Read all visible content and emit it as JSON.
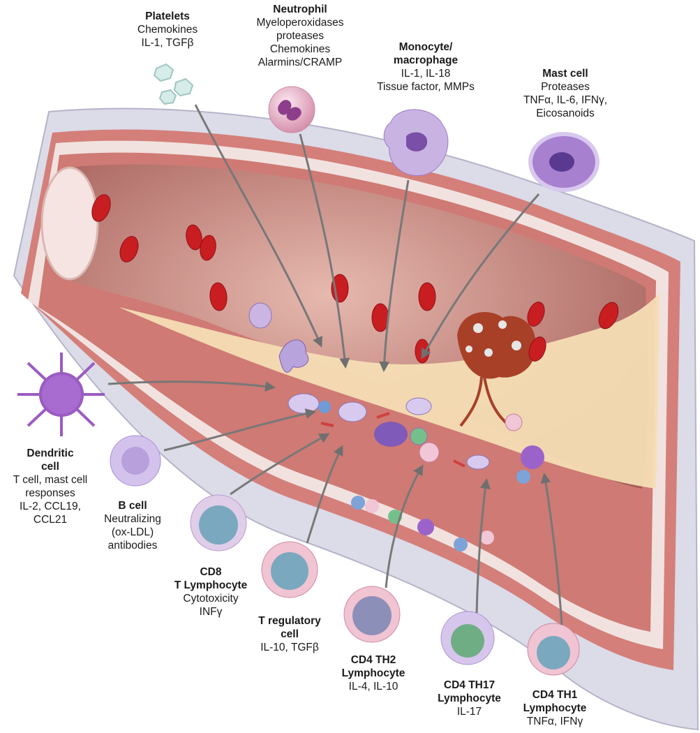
{
  "colors": {
    "vessel_outer": "#d9d8e6",
    "vessel_media": "#d8847f",
    "lumen": "#b8706c",
    "plaque": "#f3dcb2",
    "rbc": "#c81e22",
    "arrow": "#7a7a7a"
  },
  "labels": {
    "platelets": {
      "title": "Platelets",
      "lines": [
        "Chemokines",
        "IL-1, TGFβ"
      ]
    },
    "neutrophil": {
      "title": "Neutrophil",
      "lines": [
        "Myeloperoxidases",
        "proteases",
        "Chemokines",
        "Alarmins/CRAMP"
      ]
    },
    "monocyte": {
      "title_lines": [
        "Monocyte/",
        "macrophage"
      ],
      "lines": [
        "IL-1, IL-18",
        "Tissue factor, MMPs"
      ]
    },
    "mast": {
      "title": "Mast cell",
      "lines": [
        "Proteases",
        "TNFα, IL-6, IFNγ,",
        "Eicosanoids"
      ]
    },
    "dendritic": {
      "title_lines": [
        "Dendritic",
        "cell"
      ],
      "lines": [
        "T cell, mast cell",
        "responses",
        "IL-2, CCL19,",
        "CCL21"
      ]
    },
    "bcell": {
      "title": "B cell",
      "lines": [
        "Neutralizing",
        "(ox-LDL)",
        "antibodies"
      ]
    },
    "cd8": {
      "title_lines": [
        "CD8",
        "T Lymphocyte"
      ],
      "lines": [
        "Cytotoxicity",
        "INFγ"
      ]
    },
    "treg": {
      "title_lines": [
        "T regulatory",
        "cell"
      ],
      "lines": [
        "IL-10, TGFβ"
      ]
    },
    "th2": {
      "title_lines": [
        "CD4 TH2",
        "Lymphocyte"
      ],
      "lines": [
        "IL-4, IL-10"
      ]
    },
    "th17": {
      "title_lines": [
        "CD4 TH17",
        "Lymphocyte"
      ],
      "lines": [
        "IL-17"
      ]
    },
    "th1": {
      "title_lines": [
        "CD4 TH1",
        "Lymphocyte"
      ],
      "lines": [
        "TNFα, IFNγ"
      ]
    }
  }
}
